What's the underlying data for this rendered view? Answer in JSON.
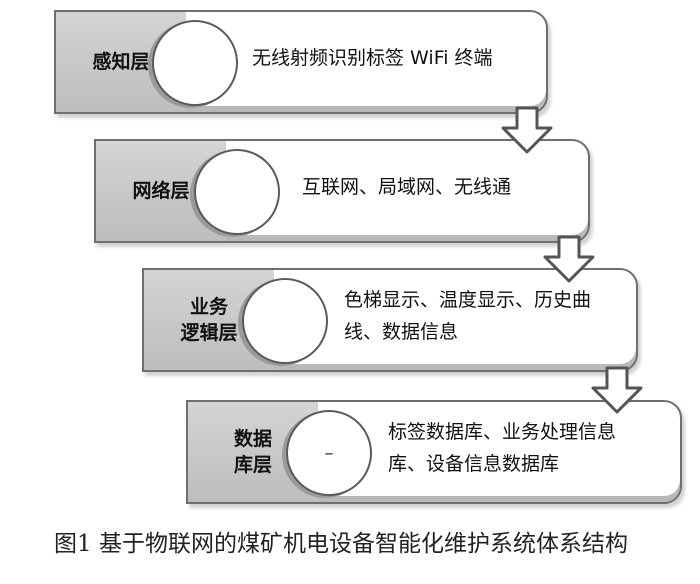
{
  "layers": [
    {
      "id": "perception",
      "label_lines": [
        "感知层"
      ],
      "circle_text": "",
      "text_lines": [
        "无线射频识别标签 WiFi 终端"
      ]
    },
    {
      "id": "network",
      "label_lines": [
        "网络层"
      ],
      "circle_text": "",
      "text_lines": [
        "互联网、局域网、无线通"
      ]
    },
    {
      "id": "business-logic",
      "label_lines": [
        "业务",
        "逻辑层"
      ],
      "circle_text": "",
      "text_lines": [
        "色梯显示、温度显示、历史曲",
        "线、数据信息"
      ]
    },
    {
      "id": "database",
      "label_lines": [
        "数据",
        "库层"
      ],
      "circle_text": "–",
      "text_lines": [
        "标签数据库、业务处理信息",
        "库、设备信息数据库"
      ]
    }
  ],
  "caption": "图1 基于物联网的煤矿机电设备智能化维护系统体系结构",
  "colors": {
    "tab": "#c6c6c6",
    "border": "#6f6f6f",
    "arrow": "#555555"
  }
}
